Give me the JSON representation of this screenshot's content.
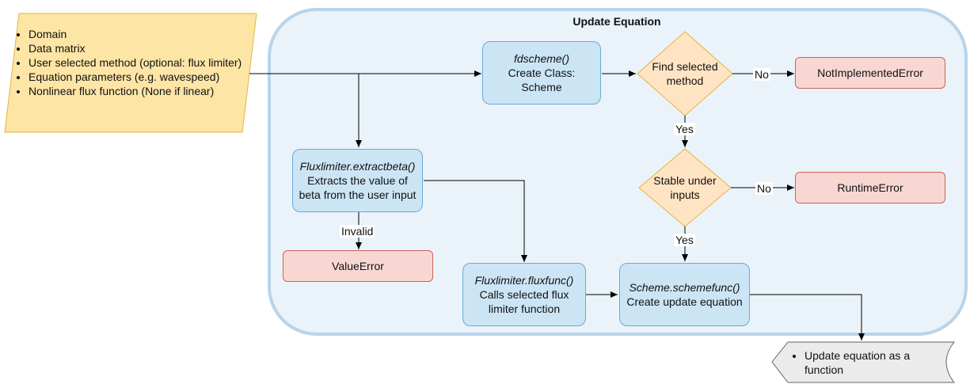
{
  "group": {
    "title": "Update Equation"
  },
  "input_box": {
    "items": [
      "Domain",
      "Data matrix",
      "User selected method (optional: flux limiter)",
      "Equation parameters (e.g. wavespeed)",
      "Nonlinear flux function (None if linear)"
    ]
  },
  "fdscheme": {
    "title": "fdscheme()",
    "line1": "Create Class:",
    "line2": "Scheme"
  },
  "find_method": {
    "line1": "Find selected",
    "line2": "method"
  },
  "not_implemented": {
    "label": "NotImplementedError"
  },
  "stable": {
    "line1": "Stable under",
    "line2": "inputs"
  },
  "runtime_error": {
    "label": "RuntimeError"
  },
  "extractbeta": {
    "title": "Fluxlimiter.extractbeta()",
    "line1": "Extracts the value of",
    "line2": "beta from the user input"
  },
  "value_error": {
    "label": "ValueError"
  },
  "fluxfunc": {
    "title": "Fluxlimiter.fluxfunc()",
    "line1": "Calls selected flux",
    "line2": "limiter function"
  },
  "schemefunc": {
    "title": "Scheme.schemefunc()",
    "line1": "Create update equation"
  },
  "output": {
    "items": [
      "Update equation as a function"
    ]
  },
  "edge_labels": {
    "no1": "No",
    "yes1": "Yes",
    "no2": "No",
    "yes2": "Yes",
    "invalid": "Invalid"
  },
  "colors": {
    "group_fill": "#eaf3fa",
    "group_stroke": "#b8d4ea",
    "blue_fill": "#cce5f5",
    "blue_stroke": "#6aa9d6",
    "red_fill": "#f8d7d3",
    "red_stroke": "#c9625b",
    "diamond_fill": "#ffe4c4",
    "diamond_stroke": "#e5b23a",
    "input_fill": "#fde5a6",
    "input_stroke": "#e4b53e",
    "output_fill": "#ebebeb",
    "output_stroke": "#666666"
  }
}
